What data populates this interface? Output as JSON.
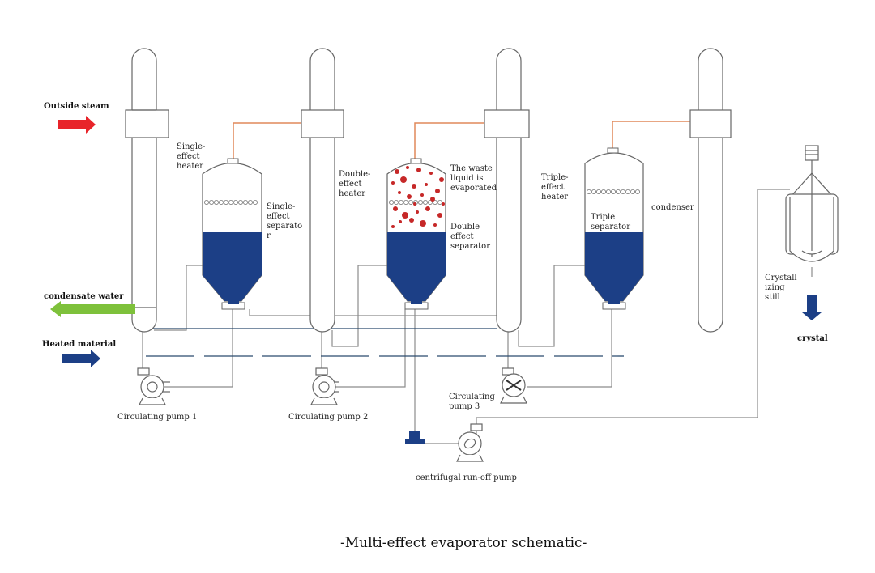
{
  "labels": {
    "outside_steam": "Outside steam",
    "condensate_water": "condensate water",
    "heated_material": "Heated material",
    "single_effect_heater": [
      "Single-",
      "effect",
      "heater"
    ],
    "single_effect_separator": [
      "Single-",
      "effect",
      "separato",
      "r"
    ],
    "double_effect_heater": [
      "Double-",
      "effect",
      "heater"
    ],
    "waste_liquid": [
      "The waste",
      "liquid is",
      "evaporated"
    ],
    "double_effect_separator": [
      "Double",
      "effect",
      "separator"
    ],
    "triple_effect_heater": [
      "Triple-",
      "effect",
      "heater"
    ],
    "triple_separator": [
      "Triple",
      "separator"
    ],
    "condenser": "condenser",
    "crystallizing_still": [
      "Crystall",
      "izing",
      "still"
    ],
    "crystal": "crystal",
    "circulating_pump_1": "Circulating pump 1",
    "circulating_pump_2": "Circulating pump 2",
    "circulating_pump_3": [
      "Circulating",
      "pump 3"
    ],
    "centrifugal_pump": "centrifugal run-off pump"
  },
  "title": "-Multi-effect evaporator schematic-",
  "colors": {
    "liquid": "#1c3f86",
    "steam_arrow": "#e8242a",
    "condensate_arrow": "#7ec13b",
    "material_arrow": "#1c3f86",
    "vapor_pipe": "#e0895a",
    "bubbles": "#c62828",
    "line": "#888888"
  }
}
